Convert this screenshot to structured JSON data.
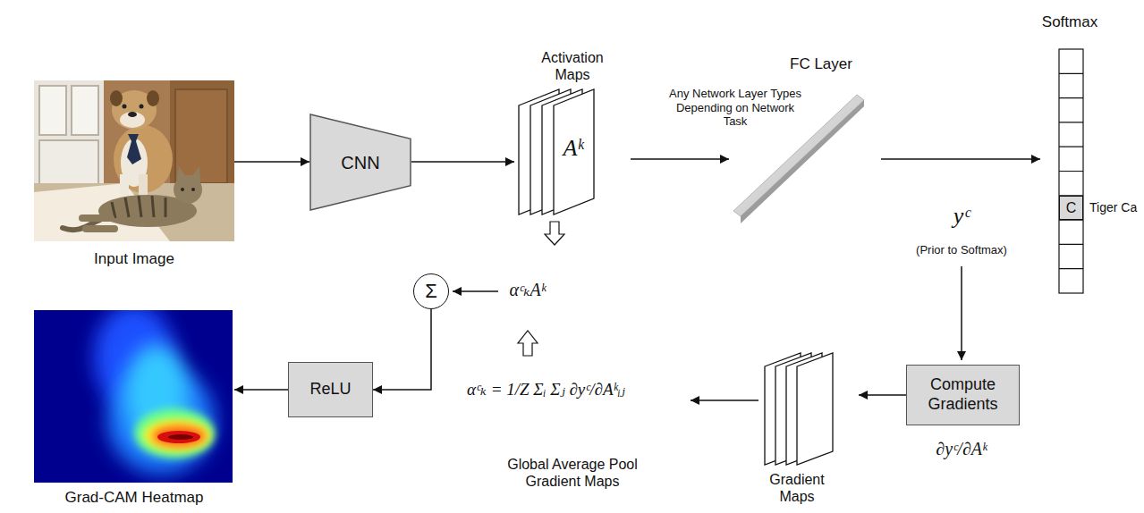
{
  "diagram": {
    "nodes": [
      {
        "text": [
          "Input Image"
        ]
      },
      {
        "text": [
          "CNN"
        ]
      },
      {
        "text": [
          "Activation Maps",
          "Aᵏ"
        ]
      },
      {
        "text": [
          "FC Layer"
        ]
      },
      {
        "text": [
          "Softmax"
        ]
      },
      {
        "text": [
          "C"
        ],
        "in": 4
      },
      {
        "text": [
          "Σ"
        ]
      },
      {
        "text": [
          "ReLU"
        ]
      },
      {
        "text": [
          "Compute Gradients"
        ]
      },
      {
        "text": [
          "Gradient Maps"
        ]
      },
      {
        "text": [
          "Grad-CAM Heatmap"
        ]
      }
    ],
    "edges": [
      {
        "from": 0,
        "to": 1,
        "arrow": "to"
      },
      {
        "from": 1,
        "to": 2,
        "arrow": "to"
      },
      {
        "from": 2,
        "to": 3,
        "label": "Any Network Layer Types Depending on Network Task",
        "arrow": "to"
      },
      {
        "from": 3,
        "to": 4,
        "arrow": "to"
      },
      {
        "from": 8,
        "to": 9,
        "arrow": "to"
      },
      {
        "from": 6,
        "to": 7,
        "arrow": "to"
      },
      {
        "from": 7,
        "to": 10,
        "arrow": "to"
      }
    ],
    "labels": [
      "Tiger Ca",
      "yᶜ",
      "(Prior to Softmax)",
      "αᶜₖAᵏ",
      "αᶜₖ = 1/Z Σᵢ Σⱼ ∂yᶜ/∂Aᵏᵢⱼ",
      "Global Average Pool Gradient Maps",
      "∂yᶜ/∂Aᵏ"
    ]
  }
}
